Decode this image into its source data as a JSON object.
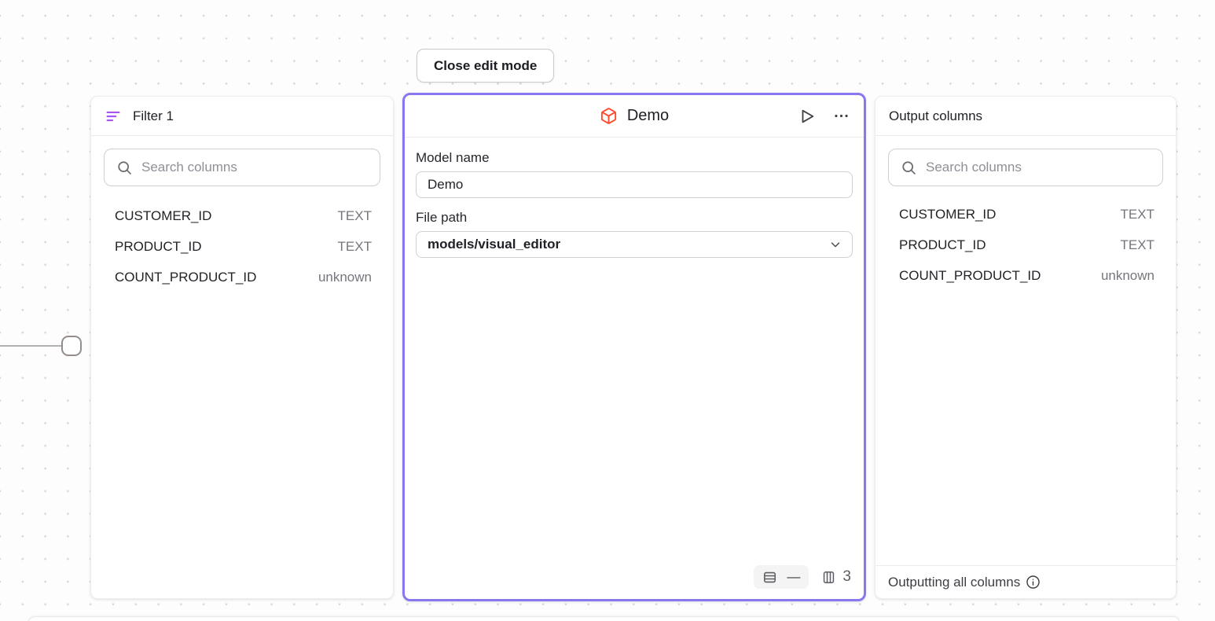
{
  "toolbar": {
    "close_edit_label": "Close edit mode"
  },
  "filter_node": {
    "title": "Filter 1",
    "search_placeholder": "Search columns",
    "search_value": "",
    "columns": [
      {
        "name": "CUSTOMER_ID",
        "type": "TEXT"
      },
      {
        "name": "PRODUCT_ID",
        "type": "TEXT"
      },
      {
        "name": "COUNT_PRODUCT_ID",
        "type": "unknown"
      }
    ]
  },
  "model_node": {
    "title": "Demo",
    "model_name_label": "Model name",
    "model_name_value": "Demo",
    "file_path_label": "File path",
    "file_path_value": "models/visual_editor",
    "status_bar": {
      "row_count": "—",
      "column_count": "3"
    }
  },
  "output_node": {
    "title": "Output columns",
    "search_placeholder": "Search columns",
    "search_value": "",
    "columns": [
      {
        "name": "CUSTOMER_ID",
        "type": "TEXT"
      },
      {
        "name": "PRODUCT_ID",
        "type": "TEXT"
      },
      {
        "name": "COUNT_PRODUCT_ID",
        "type": "unknown"
      }
    ],
    "footer_label": "Outputting all columns"
  },
  "icons": {
    "filter": "filter-lines-icon",
    "model": "cube-icon",
    "run": "play-icon",
    "menu": "ellipsis-icon",
    "search": "search-icon",
    "chevron": "chevron-down-icon",
    "rows": "rows-icon",
    "columns": "columns-icon",
    "info": "info-icon"
  },
  "colors": {
    "selection_purple": "#8878f0",
    "filter_icon_purple": "#a855f7",
    "model_icon_orange": "#ff4a2f",
    "canvas_dot": "#d6d4d3"
  }
}
